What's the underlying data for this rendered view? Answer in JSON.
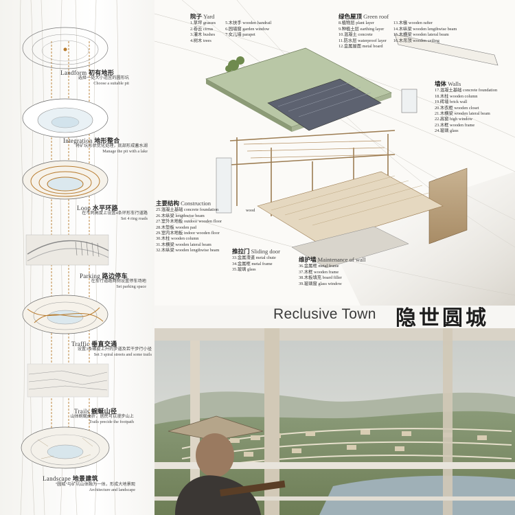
{
  "title": {
    "en": "Reclusive Town",
    "zh": "隐世圆城"
  },
  "steps": [
    {
      "en": "Landform",
      "zh": "初有地形",
      "desc": [
        "选择一处大小适宜的圆形坑",
        "Choose a suitable pit"
      ]
    },
    {
      "en": "Integration",
      "zh": "地形整合",
      "desc": [
        "将矿坑形状优化处理，底部形成蓄水湖",
        "Manage the pit with a lake"
      ]
    },
    {
      "en": "Loop",
      "zh": "水平环路",
      "desc": [
        "在不同高度上设置4条环形车行道路",
        "Set 4 ring roads"
      ]
    },
    {
      "en": "Parking",
      "zh": "路边停车",
      "desc": [
        "在车行道路两侧设置停车场地",
        "Set parking space"
      ]
    },
    {
      "en": "Traffic",
      "zh": "垂直交通",
      "desc": [
        "设置3条螺旋上升的步道及若干步行小径",
        "Set 3 spiral streets and some trails"
      ]
    },
    {
      "en": "Trails",
      "zh": "蜿蜒山径",
      "desc": [
        "山体蜿蜒曲折，居民可以漫步山上",
        "Trails precide the footpath"
      ]
    },
    {
      "en": "Landscape",
      "zh": "地景建筑",
      "desc": [
        "\"圆城\"与矿坑山体融为一体，形成大地景观",
        "Architecture and landscape"
      ]
    }
  ],
  "legend": {
    "yard": {
      "zh": "院子",
      "en": "Yard",
      "items": [
        "1.草坪 grasses",
        "2.卷云 cirrus",
        "3.灌木 bushes",
        "4.树木 trees",
        "5.木扶手 wooden handrail",
        "6.园墙窗 garden window",
        "7.女儿墙 parapet"
      ]
    },
    "roof": {
      "zh": "绿色屋顶",
      "en": "Green roof",
      "items": [
        "8.植物层 plant layer",
        "9.种植土层 earthing layer",
        "10.混凝土 concrete",
        "11.防水层 waterproof layer",
        "12.金属屋面 metal board",
        "13.木椽 wooden rafter",
        "14.木纵梁 wooden lengthwise beam",
        "15.木横梁 wooden lateral beam",
        "16.木吊顶 wooden ceiling"
      ]
    },
    "walls": {
      "zh": "墙体",
      "en": "Walls",
      "items": [
        "17.混凝土基础 concrete foundation",
        "18.木柱 wooden column",
        "19.砖墙 brick wall",
        "20.木衣柜 wooden closet",
        "21.木横梁 wooden lateral beam",
        "22.高窗 high window",
        "23.木框 wooden frame",
        "24.玻璃 glass"
      ]
    },
    "construction": {
      "zh": "主要结构",
      "en": "Construction",
      "items": [
        "25.混凝土基础 concrete foundation",
        "26.木纵梁 lengthwise beam",
        "27.室外木地板 outdoor wooden floor",
        "28.木垫板 wooden pad",
        "29.室内木地板 indoor wooden floor",
        "30.木柱 wooden column",
        "31.木横梁 wooden lateral beam",
        "32.木纵梁 wooden lengthwise beam"
      ]
    },
    "door": {
      "zh": "推拉门",
      "en": "Sliding door",
      "items": [
        "33.金属滑道 metal chute",
        "34.金属框 metal frame",
        "35.玻璃 glass"
      ]
    },
    "maint": {
      "zh": "维护墙",
      "en": "Maintenance of wall",
      "items": [
        "36.金属框 metal frame",
        "37.木框 wooden frame",
        "38.木板填充 board filler",
        "39.玻璃窗 glass window"
      ]
    },
    "wood_label": "wood"
  }
}
